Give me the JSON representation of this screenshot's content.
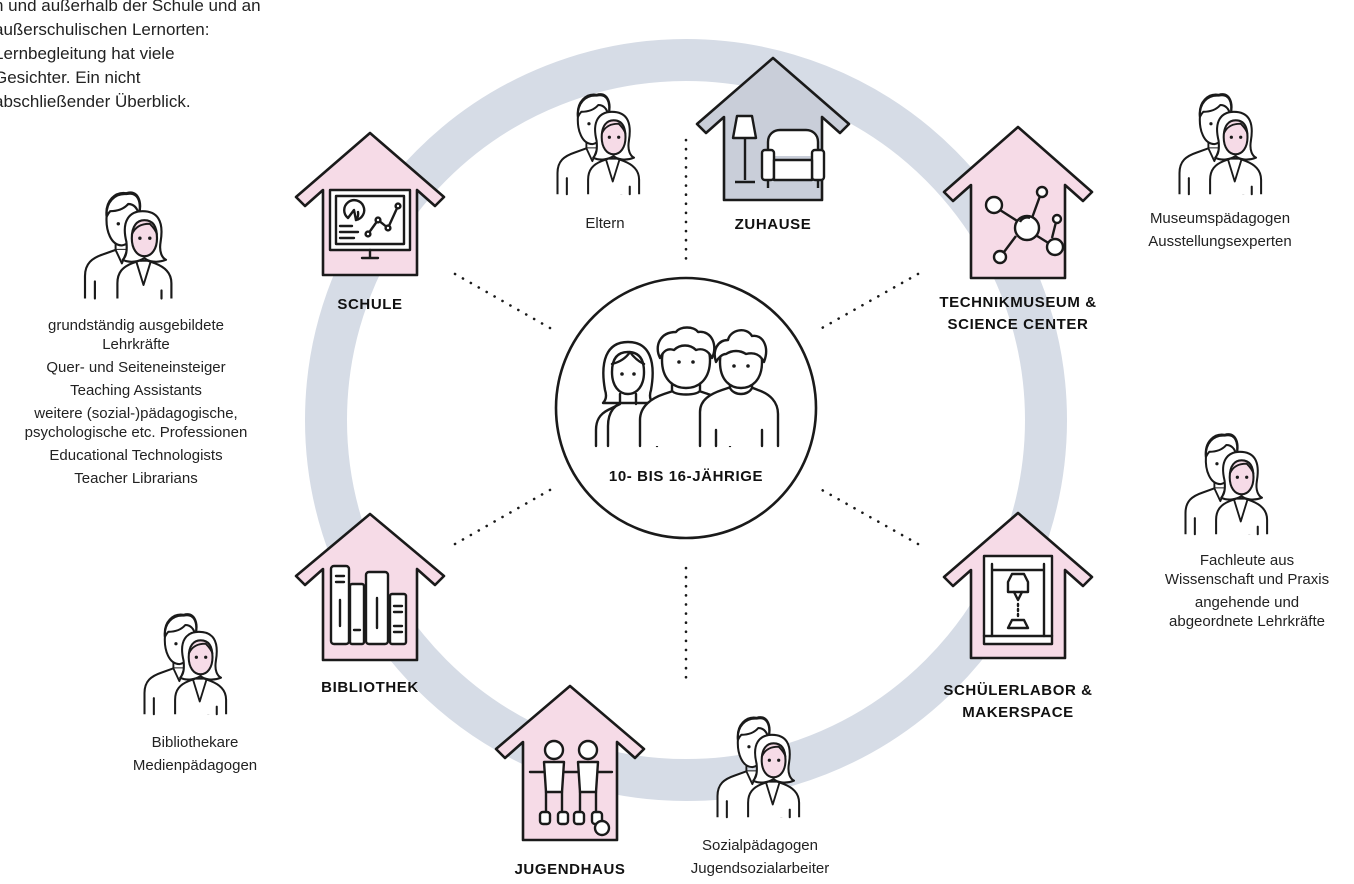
{
  "intro": {
    "lines": [
      "n und außerhalb der Schule und an",
      "außerschulischen Lernorten:",
      "Lernbegleitung hat viele",
      "Gesichter. Ein nicht",
      "abschließender Überblick."
    ]
  },
  "center": {
    "label": "10- BIS 16-JÄHRIGE"
  },
  "places": {
    "zuhause": {
      "label": "ZUHAUSE"
    },
    "schule": {
      "label": "SCHULE"
    },
    "technikmuseum": {
      "line1": "TECHNIKMUSEUM &",
      "line2": "SCIENCE CENTER"
    },
    "bibliothek": {
      "label": "BIBLIOTHEK"
    },
    "schuelerlabor": {
      "line1": "SCHÜLERLABOR &",
      "line2": "MAKERSPACE"
    },
    "jugendhaus": {
      "label": "JUGENDHAUS"
    }
  },
  "people": {
    "eltern": {
      "line1": "Eltern"
    },
    "schule": {
      "line1": "grundständig ausgebildete",
      "line2": "Lehrkräfte",
      "line3": "Quer- und Seiteneinsteiger",
      "line4": "Teaching Assistants",
      "line5": "weitere (sozial-)pädagogische,",
      "line6": "psychologische etc. Professionen",
      "line7": "Educational Technologists",
      "line8": "Teacher Librarians"
    },
    "museum": {
      "line1": "Museumspädagogen",
      "line2": "Ausstellungsexperten"
    },
    "labor": {
      "line1": "Fachleute aus",
      "line2": "Wissenschaft und Praxis",
      "line3": "angehende und",
      "line4": "abgeordnete Lehrkräfte"
    },
    "bibliothek": {
      "line1": "Bibliothekare",
      "line2": "Medienpädagogen"
    },
    "jugendhaus": {
      "line1": "Sozialpädagogen",
      "line2": "Jugendsozialarbeiter"
    }
  },
  "colors": {
    "ring": "#d6dce6",
    "house_pink": "#f6dbe7",
    "house_gray": "#c9ced9",
    "stroke": "#1a1a1a",
    "person_fill": "#f6dbe7"
  }
}
